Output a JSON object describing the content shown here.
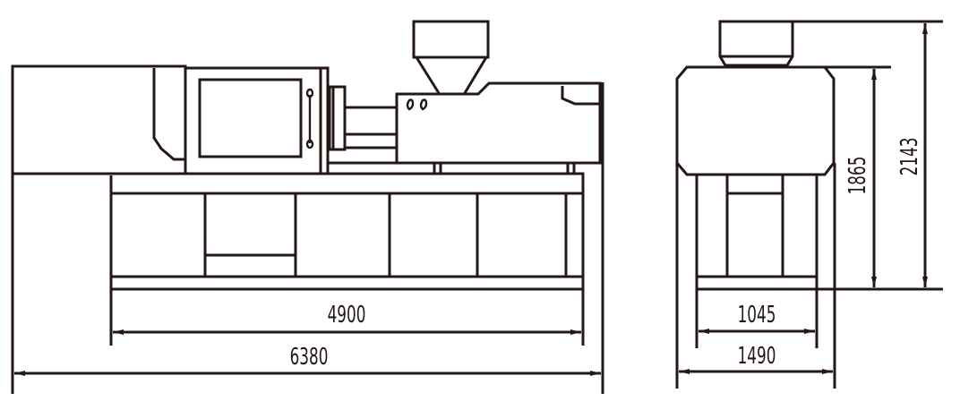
{
  "colors": {
    "line": "#231815",
    "background": "#ffffff"
  },
  "side_view": {
    "dimensions": {
      "frame_length": "4900",
      "overall_length": "6380"
    }
  },
  "end_view": {
    "dimensions": {
      "frame_width": "1045",
      "overall_width": "1490",
      "body_height": "1865",
      "overall_height": "2143"
    }
  }
}
